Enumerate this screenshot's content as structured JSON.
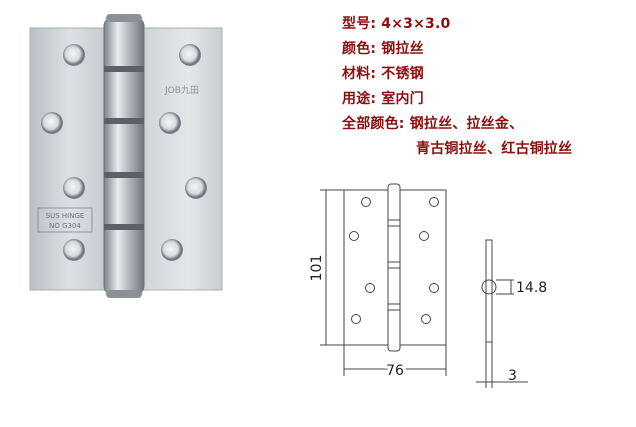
{
  "photo": {
    "stamp_line1": "SUS HINGE",
    "stamp_line2": "NO G304",
    "brand_mark": "JOB九田"
  },
  "specs": {
    "model": "型号: 4×3×3.0",
    "color": "颜色: 钢拉丝",
    "material": "材料: 不锈钢",
    "usage": "用途: 室内门",
    "all_colors": "全部颜色: 钢拉丝、拉丝金、",
    "all_colors_cont": "青古铜拉丝、红古铜拉丝"
  },
  "drawing": {
    "height_dim": "101",
    "width_dim": "76",
    "knuckle_dim": "14.8",
    "thickness_dim": "3"
  },
  "colors": {
    "spec_text": "#8d0e0e",
    "metal": "#c9ced3",
    "line": "#444444"
  }
}
